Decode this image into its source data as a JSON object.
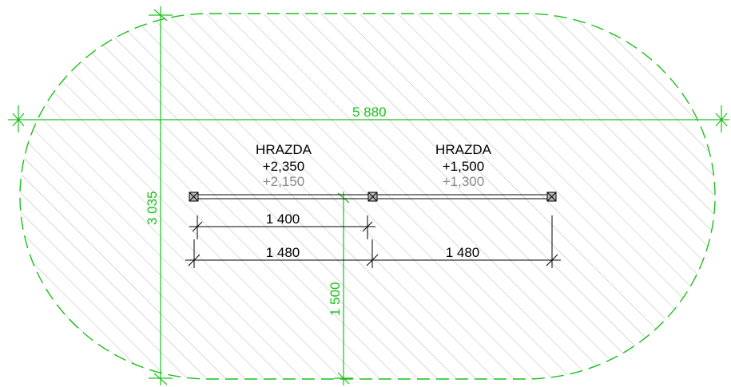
{
  "colors": {
    "hatch": "#b8b8b8",
    "zone_outline": "#19c219",
    "dimension_green": "#19c219",
    "dimension_black": "#000000",
    "secondary_text": "#8a8a8a"
  },
  "dimensions": {
    "overall_width": "5 880",
    "overall_height": "3 035",
    "inner_vertical": "1 500",
    "span_inner": "1 400",
    "span_left": "1 480",
    "span_right": "1 480"
  },
  "bars": [
    {
      "name": "HRAZDA",
      "top_level": "+2,350",
      "bottom_level": "+2,150"
    },
    {
      "name": "HRAZDA",
      "top_level": "+1,500",
      "bottom_level": "+1,300"
    }
  ]
}
